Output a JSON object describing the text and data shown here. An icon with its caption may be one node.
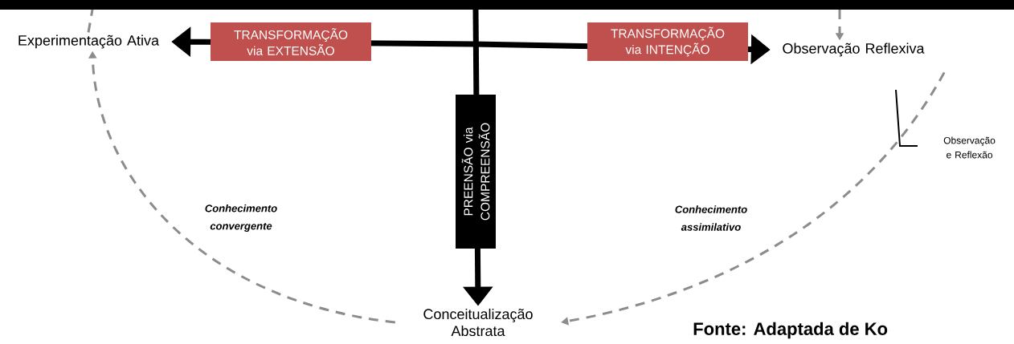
{
  "diagram": {
    "caption": "Fonte: Adaptada de Ko",
    "nodes": [
      {
        "text": [
          "Experimentação Ativa"
        ]
      },
      {
        "text": [
          "Observação Reflexiva"
        ]
      },
      {
        "text": [
          "Conceitualização Abstrata"
        ]
      }
    ],
    "edges": [
      {
        "from": null,
        "to": 0,
        "arrow": "to",
        "label": "TRANSFORMAÇÃO via EXTENSÃO",
        "style": "thick",
        "color": "#000000"
      },
      {
        "from": null,
        "to": 1,
        "arrow": "to",
        "label": "TRANSFORMAÇÃO via INTENÇÃO",
        "style": "thick",
        "color": "#000000"
      },
      {
        "from": null,
        "to": 2,
        "arrow": "to",
        "label": "PREENSÃO via COMPREENSÃO",
        "style": "thick",
        "color": "#000000"
      },
      {
        "from": 1,
        "to": 2,
        "arrow": "to",
        "label": "Conhecimento assimilativo",
        "style": "dashed",
        "color": "#8c8c8c"
      },
      {
        "from": 2,
        "to": 0,
        "arrow": "to",
        "label": "Conhecimento convergente",
        "style": "dashed",
        "color": "#8c8c8c"
      },
      {
        "from": 0,
        "to": null,
        "arrow": "none",
        "style": "dashed",
        "color": "#8c8c8c"
      },
      {
        "from": null,
        "to": 1,
        "arrow": "to",
        "style": "dashed",
        "color": "#8c8c8c"
      }
    ],
    "labels": [
      "Observação e Reflexão"
    ]
  }
}
